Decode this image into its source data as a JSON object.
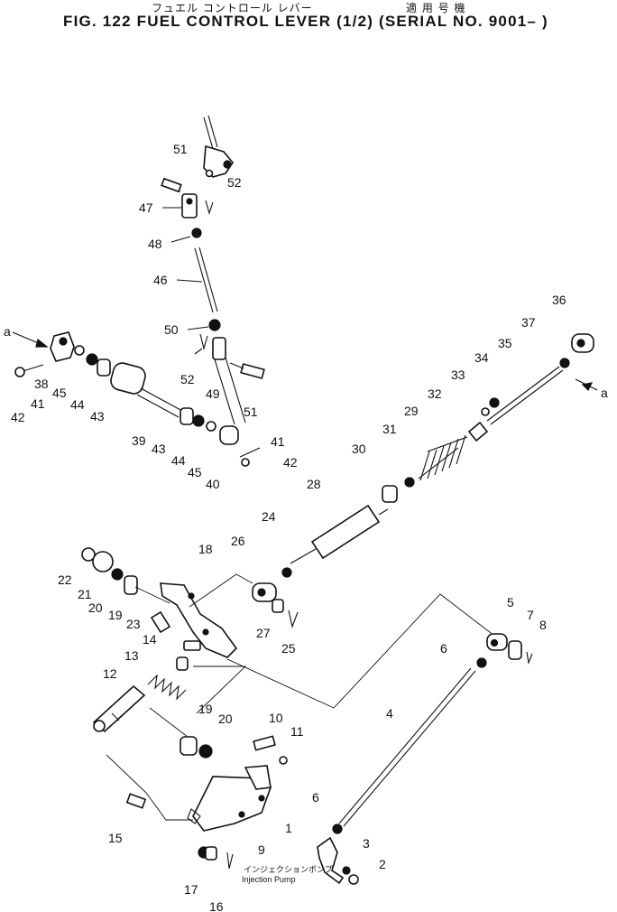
{
  "header": {
    "japanese_title": "フュエル コントロール レバー",
    "japanese_serial": "適 用 号 機",
    "title": "FIG. 122   FUEL  CONTROL  LEVER  (1/2)  (SERIAL  NO. 9001– )"
  },
  "annotations": {
    "injection_pump_jp": "インジェクションポンプ",
    "injection_pump_en": "Injection  Pump",
    "ref_a_left": "a",
    "ref_a_right": "a"
  },
  "callouts": {
    "c1": "1",
    "c2": "2",
    "c3": "3",
    "c4": "4",
    "c5": "5",
    "c6a": "6",
    "c6b": "6",
    "c7": "7",
    "c8": "8",
    "c9": "9",
    "c10": "10",
    "c11": "11",
    "c12": "12",
    "c13": "13",
    "c14a": "14",
    "c15": "15",
    "c16": "16",
    "c17": "17",
    "c18": "18",
    "c19a": "19",
    "c19b": "19",
    "c20a": "20",
    "c20b": "20",
    "c21": "21",
    "c22": "22",
    "c23": "23",
    "c24": "24",
    "c25": "25",
    "c26": "26",
    "c27": "27",
    "c28": "28",
    "c29": "29",
    "c30": "30",
    "c31": "31",
    "c32": "32",
    "c33": "33",
    "c34": "34",
    "c35": "35",
    "c36": "36",
    "c37": "37",
    "c38": "38",
    "c39": "39",
    "c40": "40",
    "c41a": "41",
    "c41b": "41",
    "c42a": "42",
    "c42b": "42",
    "c43a": "43",
    "c43b": "43",
    "c44a": "44",
    "c44b": "44",
    "c45a": "45",
    "c45b": "45",
    "c46": "46",
    "c47": "47",
    "c48": "48",
    "c49": "49",
    "c50": "50",
    "c51a": "51",
    "c51b": "51",
    "c52a": "52",
    "c52b": "52"
  }
}
